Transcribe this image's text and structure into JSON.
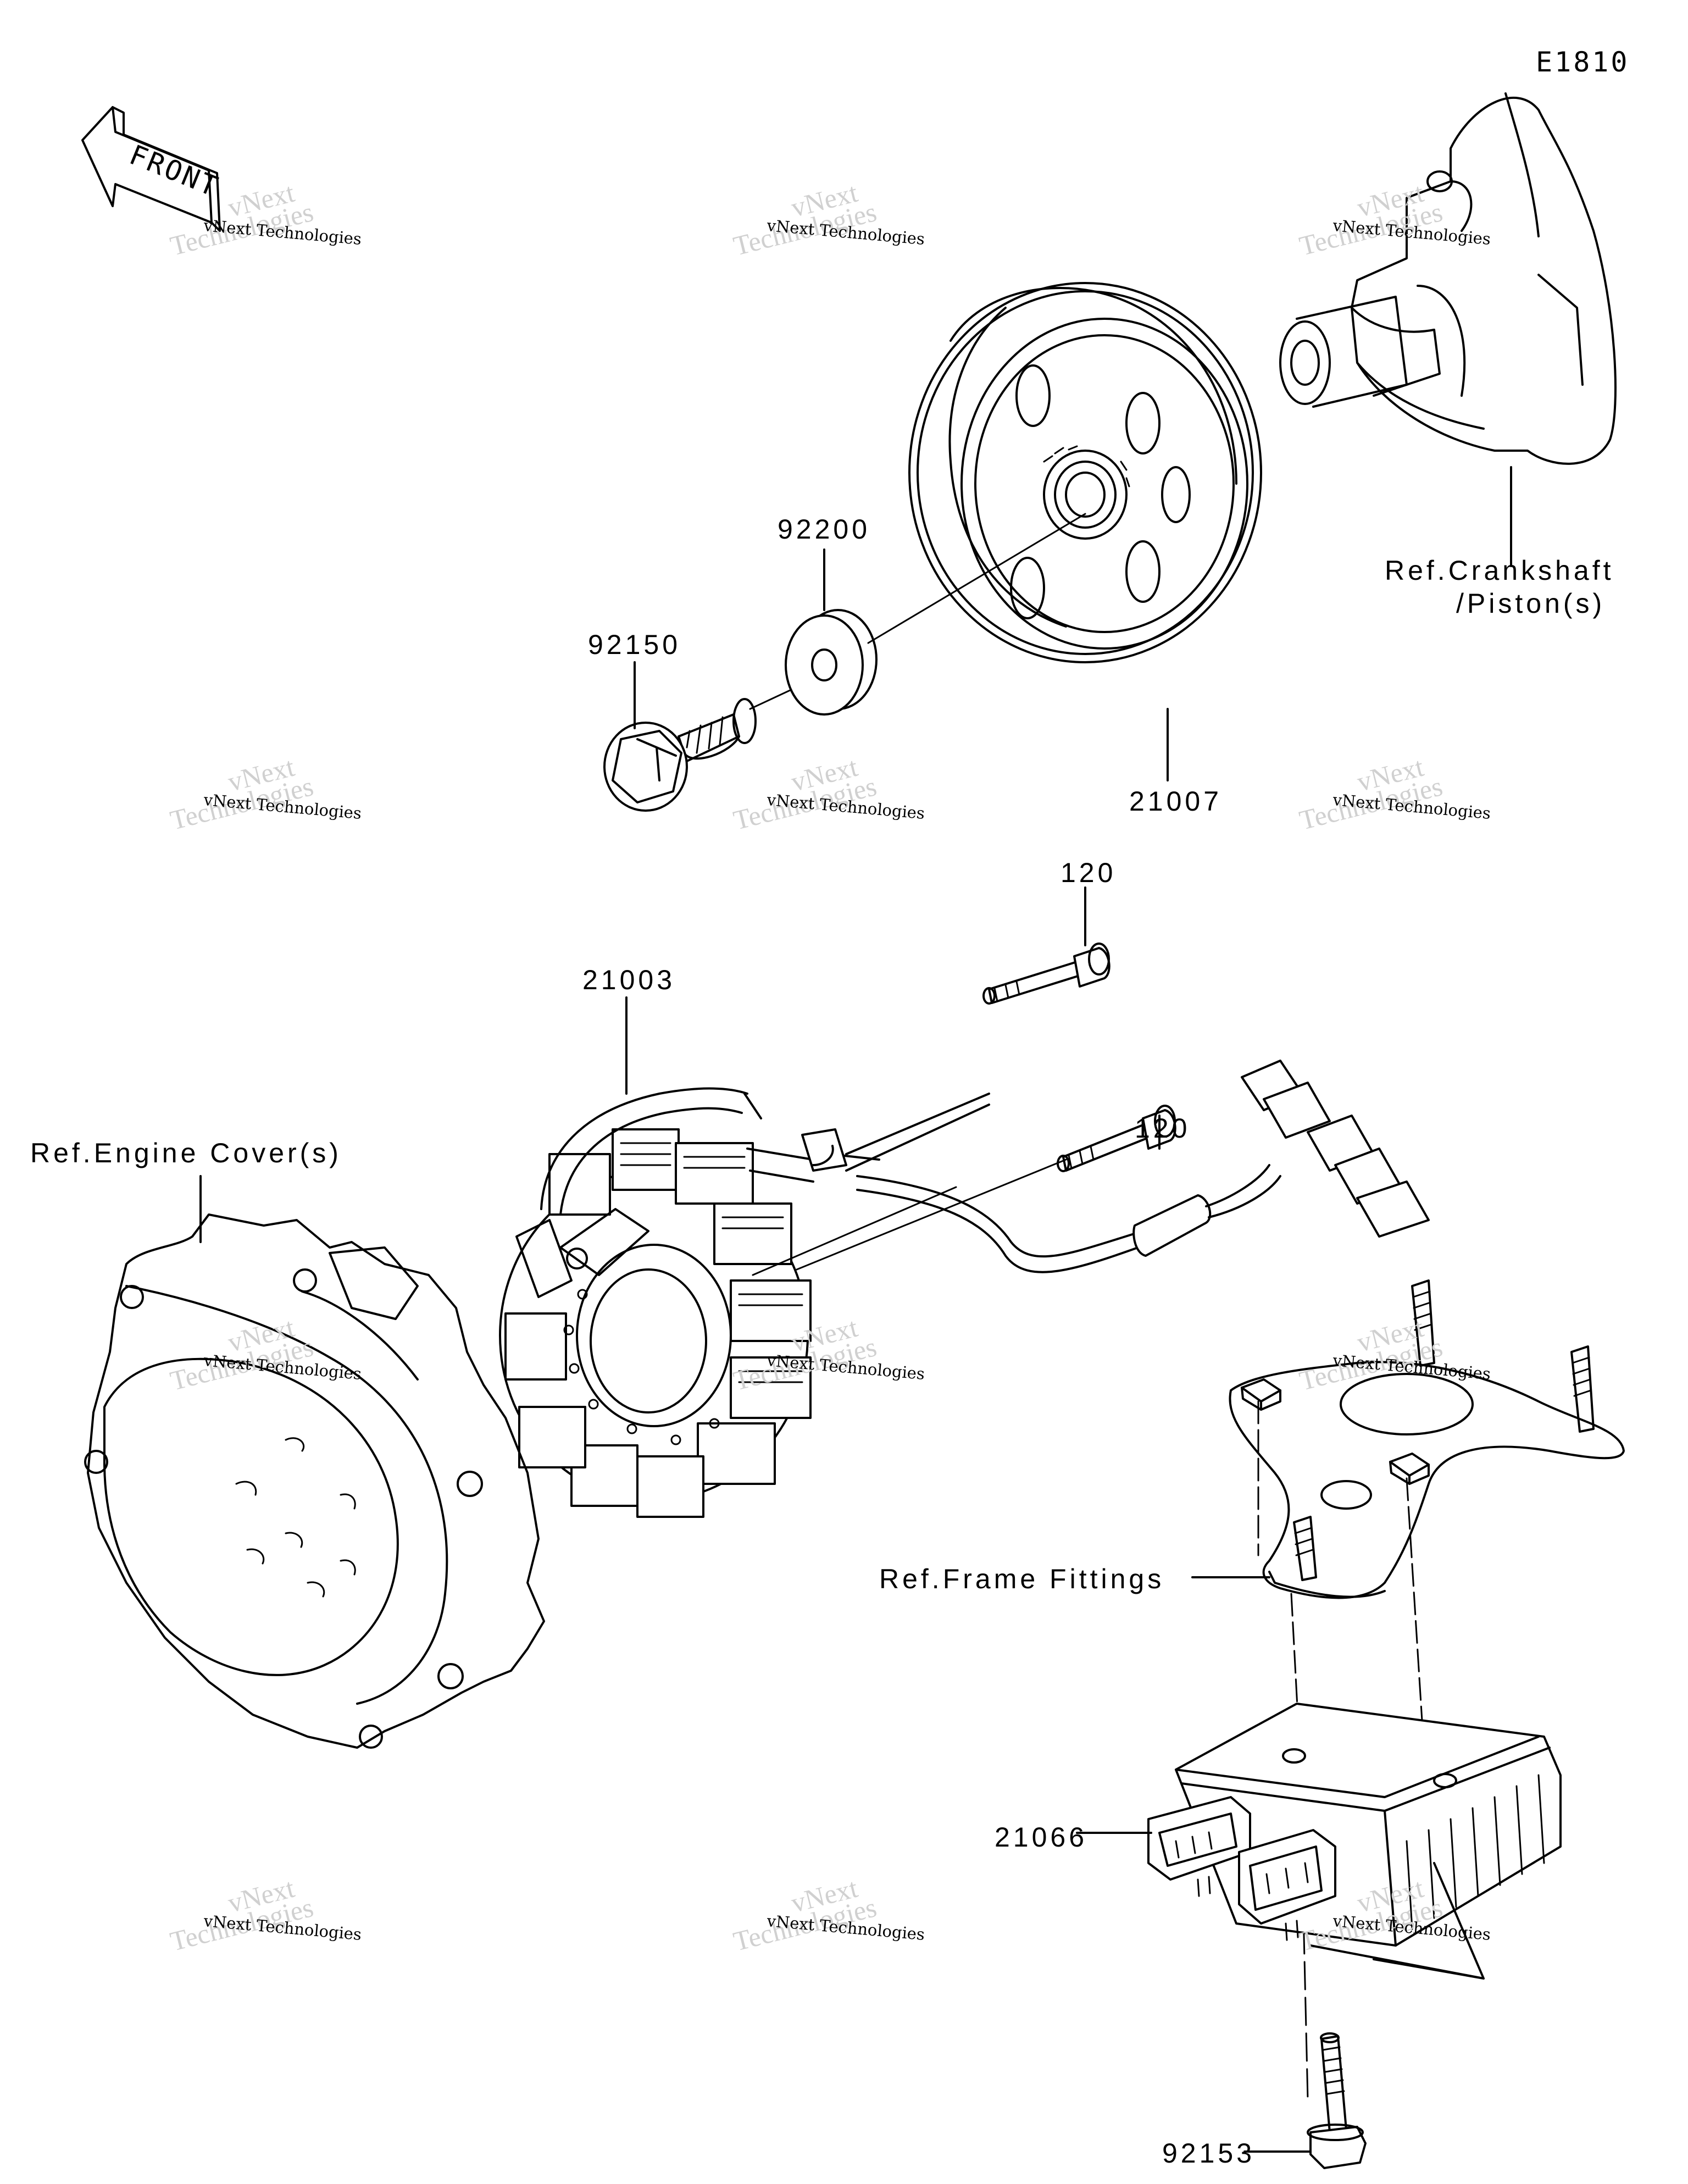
{
  "diagram": {
    "code": "E1810",
    "front_label": "FRONT",
    "callouts": {
      "p92150": "92150",
      "p92200": "92200",
      "p21007": "21007",
      "p120a": "120",
      "p120b": "120",
      "p21003": "21003",
      "p21066": "21066",
      "p92153": "92153",
      "ref_crank_1": "Ref.Crankshaft",
      "ref_crank_2": "/Piston(s)",
      "ref_engine_cover": "Ref.Engine Cover(s)",
      "ref_frame": "Ref.Frame Fittings"
    },
    "watermark": {
      "line1": "vNext Technologies",
      "line2a": "vNext",
      "line2b": "Technologies"
    },
    "colors": {
      "ink": "#000000",
      "watermark_grey": "#d0d0d0",
      "background": "#ffffff"
    }
  }
}
